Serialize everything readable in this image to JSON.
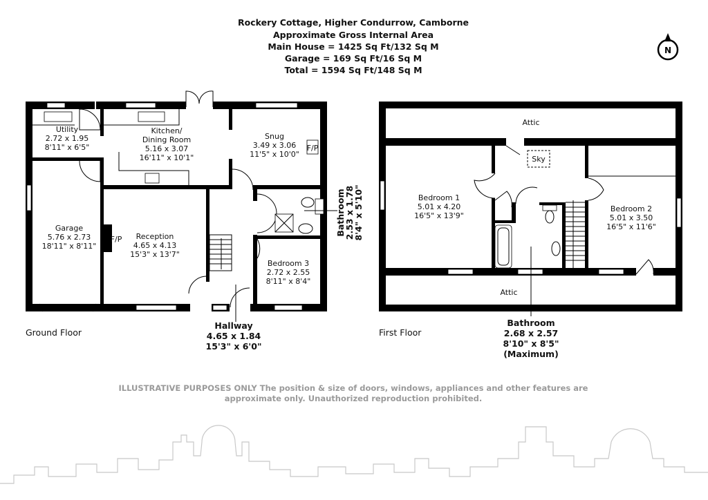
{
  "header": {
    "address": "Rockery Cottage, Higher Condurrow, Camborne",
    "subtitle": "Approximate Gross Internal Area",
    "main_house": "Main House = 1425 Sq Ft/132 Sq M",
    "garage": "Garage = 169 Sq Ft/16 Sq M",
    "total": "Total = 1594 Sq Ft/148 Sq M"
  },
  "compass": {
    "label": "N"
  },
  "ground_floor": {
    "label": "Ground Floor",
    "rooms": {
      "utility": {
        "name": "Utility",
        "metric": "2.72 x 1.95",
        "imperial": "8'11\" x 6'5\""
      },
      "kitchen": {
        "name": "Kitchen/",
        "name2": "Dining Room",
        "metric": "5.16 x 3.07",
        "imperial": "16'11\" x 10'1\""
      },
      "snug": {
        "name": "Snug",
        "metric": "3.49 x 3.06",
        "imperial": "11'5\" x 10'0\""
      },
      "garage": {
        "name": "Garage",
        "metric": "5.76 x 2.73",
        "imperial": "18'11\" x 8'11\""
      },
      "reception": {
        "name": "Reception",
        "metric": "4.65 x 4.13",
        "imperial": "15'3\" x 13'7\""
      },
      "bedroom3": {
        "name": "Bedroom 3",
        "metric": "2.72 x 2.55",
        "imperial": "8'11\" x 8'4\""
      },
      "hallway": {
        "name": "Hallway",
        "metric": "4.65 x 1.84",
        "imperial": "15'3\" x 6'0\""
      },
      "bathroom": {
        "name": "Bathroom",
        "metric": "2.53 x 1.78",
        "imperial": "8'4\" x 5'10\""
      }
    },
    "fireplace_label": "F/P"
  },
  "first_floor": {
    "label": "First Floor",
    "rooms": {
      "attic_top": {
        "name": "Attic"
      },
      "attic_bottom": {
        "name": "Attic"
      },
      "skylight": {
        "name": "Sky"
      },
      "bedroom1": {
        "name": "Bedroom 1",
        "metric": "5.01 x 4.20",
        "imperial": "16'5\" x 13'9\""
      },
      "bedroom2": {
        "name": "Bedroom 2",
        "metric": "5.01 x 3.50",
        "imperial": "16'5\" x 11'6\""
      },
      "bathroom": {
        "name": "Bathroom",
        "metric": "2.68 x 2.57",
        "imperial": "8'10\" x 8'5\"",
        "note": "(Maximum)"
      }
    }
  },
  "disclaimer": {
    "line1": "ILLUSTRATIVE PURPOSES ONLY  The position & size of doors, windows, appliances and other features are",
    "line2": "approximate only. Unauthorized reproduction prohibited."
  }
}
